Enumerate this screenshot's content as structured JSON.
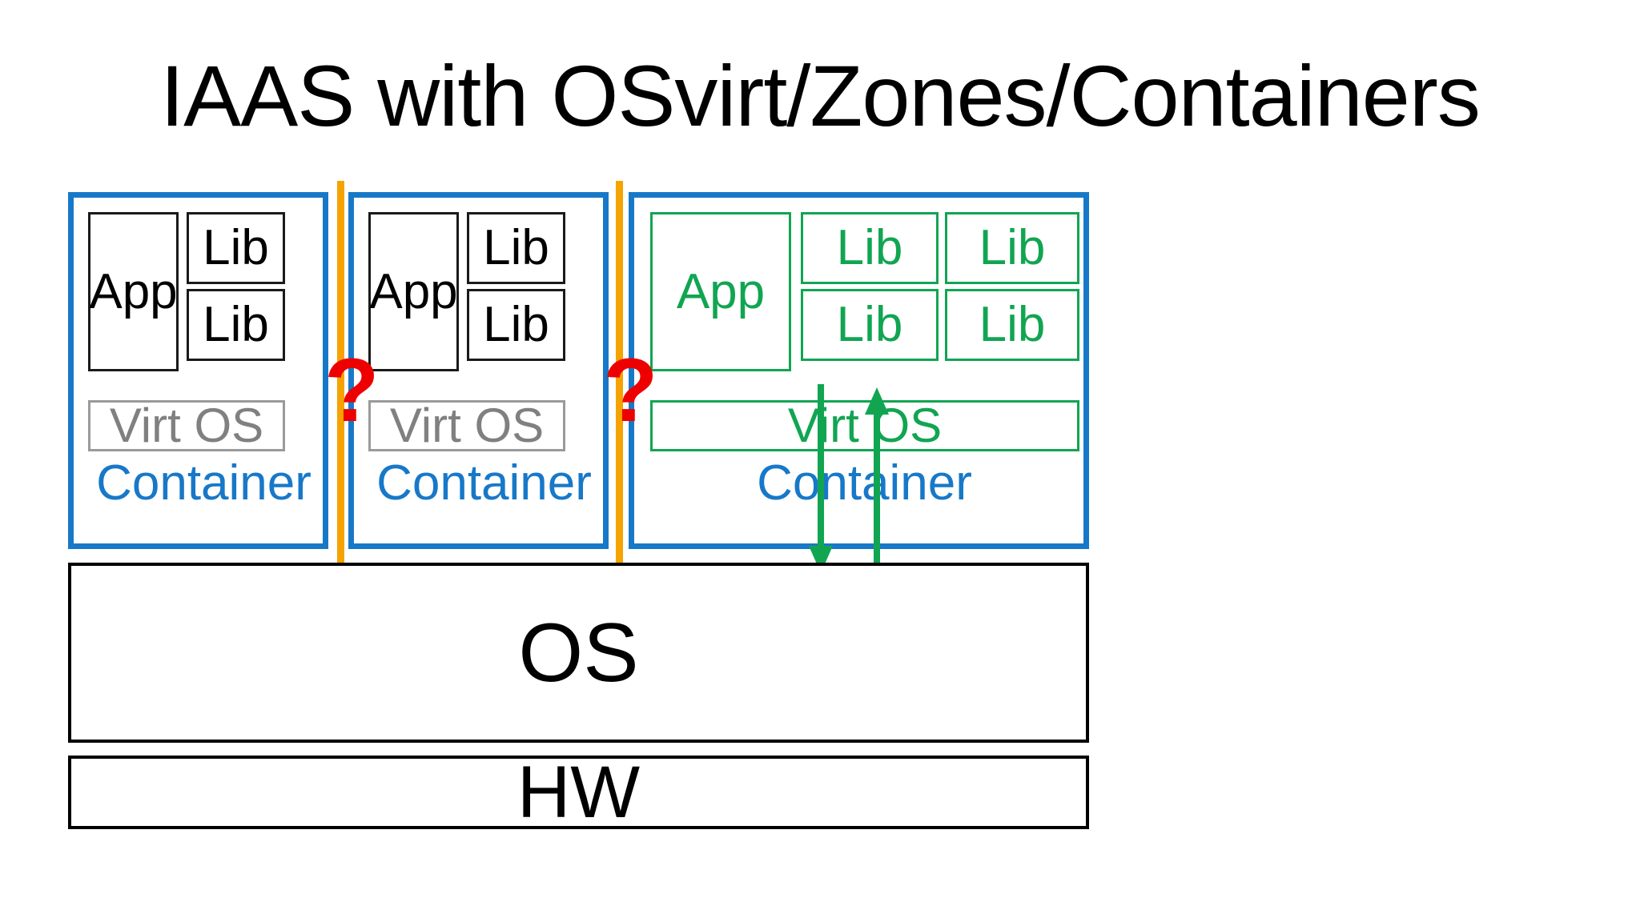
{
  "title": "IAAS with OSvirt/Zones/Containers",
  "colors": {
    "container_blue": "#1878c8",
    "green": "#11a552",
    "orange": "#f5a300",
    "red": "#ee0000",
    "grey": "#808080",
    "black": "#000000",
    "background": "#ffffff"
  },
  "containers": [
    {
      "label": "Container",
      "app_label": "App",
      "libs": [
        "Lib",
        "Lib"
      ],
      "virt_os": "Virt OS",
      "style": "mono"
    },
    {
      "label": "Container",
      "app_label": "App",
      "libs": [
        "Lib",
        "Lib"
      ],
      "virt_os": "Virt OS",
      "style": "mono"
    },
    {
      "label": "Container",
      "app_label": "App",
      "libs": [
        "Lib",
        "Lib",
        "Lib",
        "Lib"
      ],
      "virt_os": "Virt OS",
      "style": "green"
    }
  ],
  "separators": [
    {
      "name": "separator-1",
      "marker": "?"
    },
    {
      "name": "separator-2",
      "marker": "?"
    }
  ],
  "arrows": [
    {
      "name": "arrow-down",
      "direction": "down"
    },
    {
      "name": "arrow-up",
      "direction": "up"
    }
  ],
  "stack": {
    "os": "OS",
    "hw": "HW"
  }
}
